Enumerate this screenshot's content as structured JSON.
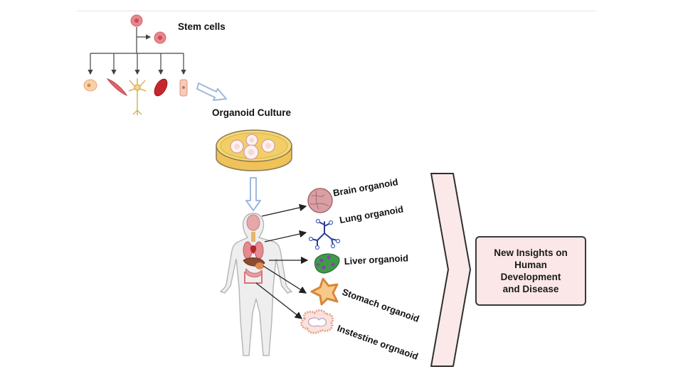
{
  "labels": {
    "stem_cells": "Stem cells",
    "organoid_culture": "Organoid Culture",
    "brain": "Brain organoid",
    "lung": "Lung organoid",
    "liver": "Liver organoid",
    "stomach": "Stomach organoid",
    "intestine": "Instestine orgnaoid"
  },
  "insight": "New Insights on\nHuman\nDevelopment\nand Disease",
  "colors": {
    "stem_cell": "#e8868c",
    "dish_medium": "#f2d06b",
    "flow_arrow": "#9fb9dd",
    "chevron_fill": "#fbe9ea",
    "insight_fill": "#fbe7e7"
  }
}
